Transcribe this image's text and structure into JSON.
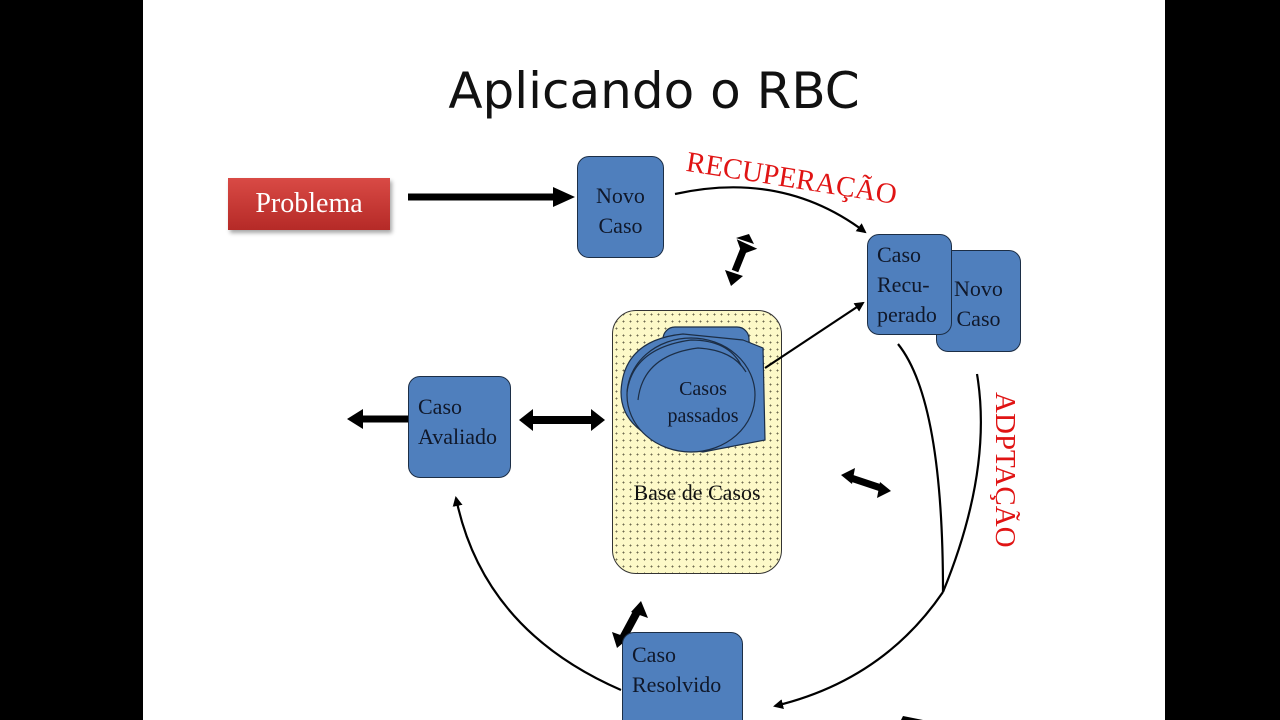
{
  "slide": {
    "title": "Aplicando o RBC",
    "problema": "Problema",
    "labels": {
      "recuperacao": "RECUPERAÇÃO",
      "adaptacao": "ADPTAÇÃO"
    },
    "nodes": {
      "novo_caso": [
        "Novo",
        "Caso"
      ],
      "caso_recuperado": [
        "Caso",
        "Recu-",
        "perado"
      ],
      "novo_caso_copy": [
        "Novo",
        "Caso"
      ],
      "casos_passados": [
        "Casos",
        "passados"
      ],
      "base_de_casos": "Base de Casos",
      "caso_avaliado": [
        "Caso",
        "Avaliado"
      ],
      "caso_resolvido": [
        "Caso",
        "Resolvido"
      ]
    },
    "colors": {
      "node_fill": "#4f7fbd",
      "problema_fill": "#c83633",
      "label_red": "#e01414",
      "base_fill": "#fdf9c8"
    }
  }
}
